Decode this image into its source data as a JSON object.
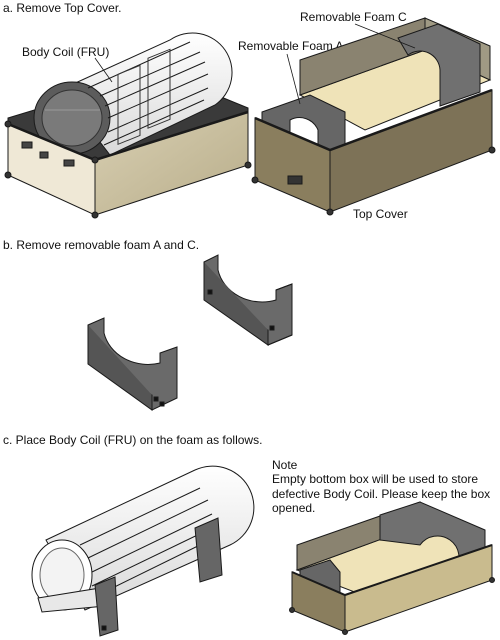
{
  "steps": {
    "a": "a. Remove Top Cover.",
    "b": "b. Remove removable foam A and C.",
    "c": "c. Place Body Coil (FRU) on the foam as follows."
  },
  "callouts": {
    "body_coil": "Body Coil (FRU)",
    "foam_a": "Removable Foam A",
    "foam_c": "Removable Foam C",
    "top_cover": "Top Cover"
  },
  "note": {
    "title": "Note",
    "text": "Empty bottom box will be used to store defective Body Coil. Please keep the box opened."
  },
  "colors": {
    "wood": "#cfc5a5",
    "foam": "#6e6e6e",
    "panel": "#eae4d4",
    "line": "#1a1a1a"
  }
}
